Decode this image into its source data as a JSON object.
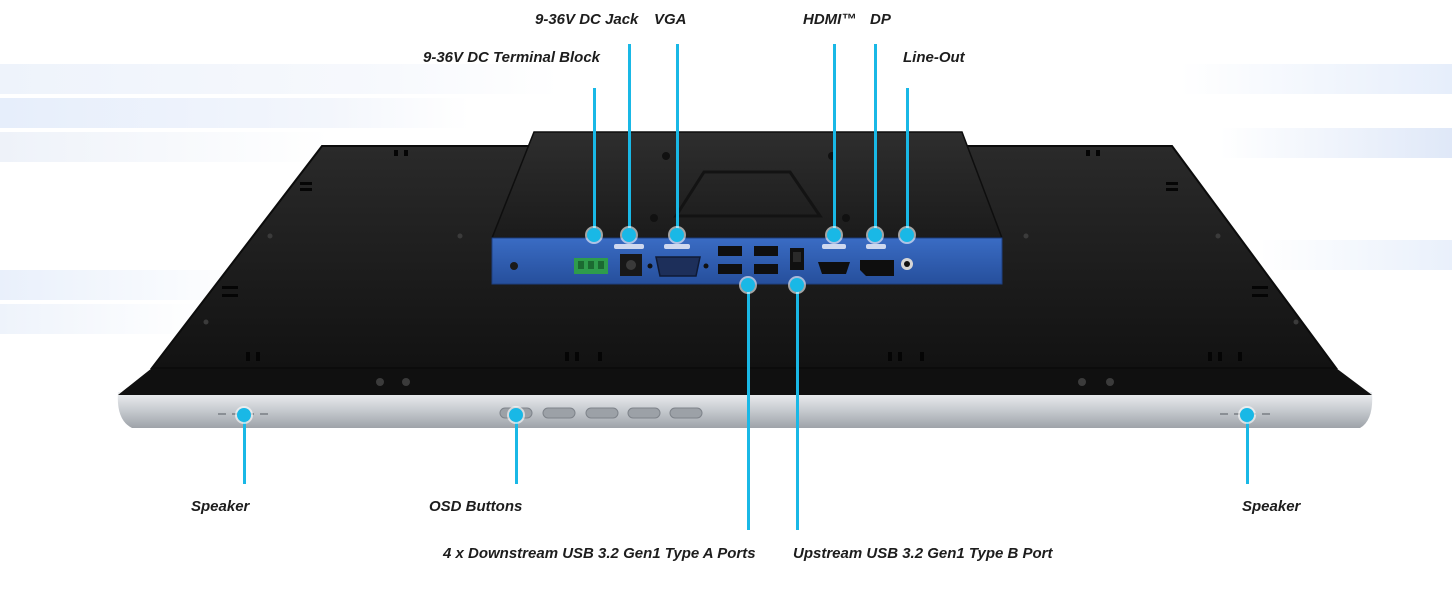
{
  "colors": {
    "accent": "#19b8e6",
    "panel_body": "#1a1a1a",
    "io_plate": "#2f5fb8",
    "bezel": "#c9cdd2"
  },
  "labels": {
    "dc_jack": "9-36V DC Jack",
    "vga": "VGA",
    "hdmi": "HDMI™",
    "dp": "DP",
    "terminal_block": "9-36V DC Terminal Block",
    "line_out": "Line-Out",
    "speaker_left": "Speaker",
    "osd_buttons": "OSD Buttons",
    "speaker_right": "Speaker",
    "usb_downstream": "4 x Downstream USB 3.2 Gen1 Type A Ports",
    "usb_upstream": "Upstream USB 3.2 Gen1 Type B Port"
  },
  "icons": [
    "power-connector-icon",
    "vga-port-icon",
    "usb-a-port-icon",
    "usb-b-port-icon",
    "hdmi-port-icon",
    "displayport-icon",
    "audio-jack-icon"
  ]
}
